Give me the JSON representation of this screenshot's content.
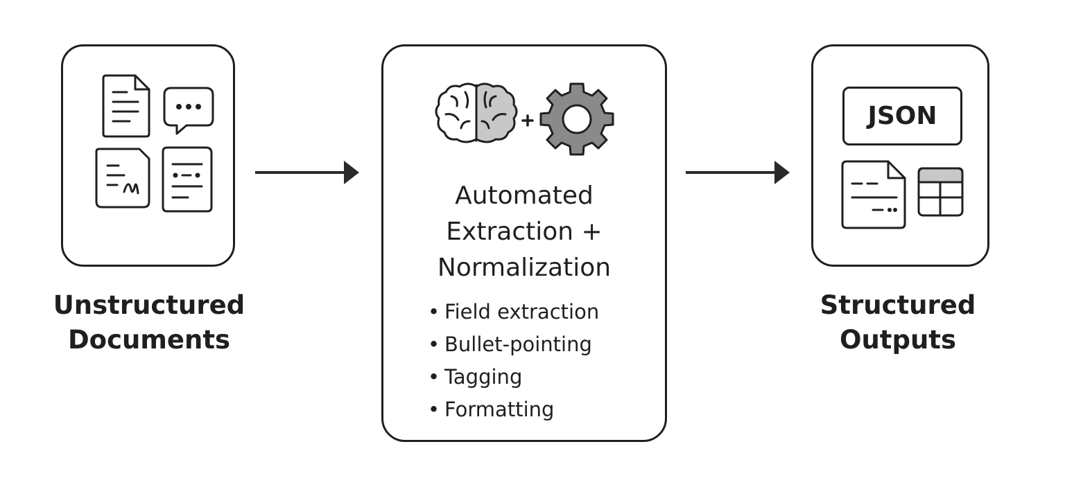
{
  "steps": [
    {
      "label_lines": [
        "Unstructured",
        "Documents"
      ],
      "icons": [
        "text-document-icon",
        "chat-bubble-icon",
        "signed-form-icon",
        "list-document-icon"
      ]
    },
    {
      "title_lines": [
        "Automated",
        "Extraction +",
        "Normalization"
      ],
      "icons": [
        "brain-icon",
        "gear-icon"
      ],
      "plus": "+",
      "bullets": [
        "Field extraction",
        "Bullet-pointing",
        "Tagging",
        "Formatting"
      ]
    },
    {
      "label_lines": [
        "Structured",
        "Outputs"
      ],
      "json_label": "JSON",
      "icons": [
        "json-box-icon",
        "form-document-icon",
        "table-icon"
      ]
    }
  ],
  "connectors": [
    "arrow-right-icon",
    "arrow-right-icon"
  ],
  "colors": {
    "stroke": "#1f1f1f",
    "gear_fill": "#8a8a8a",
    "brain_right_fill": "#c8c8c8",
    "background": "#ffffff"
  }
}
